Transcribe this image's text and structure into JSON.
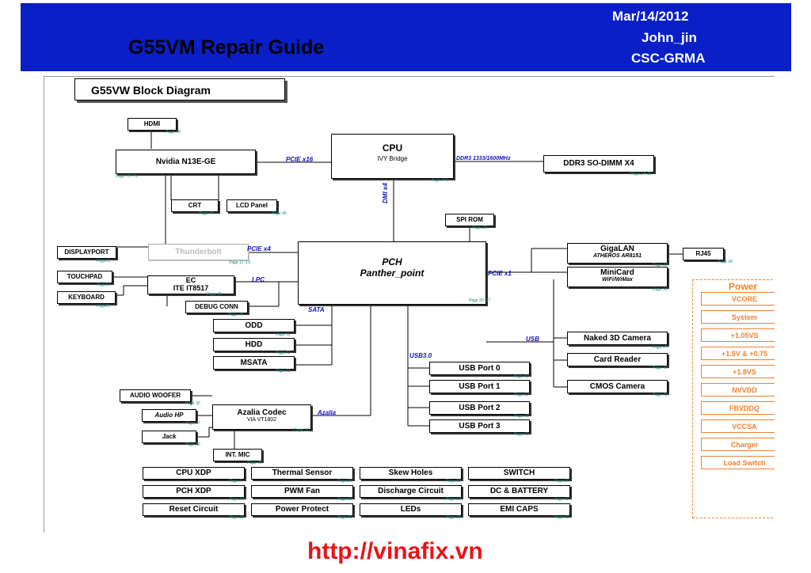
{
  "header": {
    "title": "G55VM Repair Guide",
    "date": "Mar/14/2012",
    "author": "John_jin",
    "dept": "CSC-GRMA"
  },
  "diagram": {
    "title": "G55VW Block Diagram",
    "blocks": {
      "hdmi": "HDMI",
      "nvidia": "Nvidia N13E-GE",
      "crt": "CRT",
      "lcd": "LCD Panel",
      "cpu": "CPU",
      "cpu_sub": "IVY Bridge",
      "ddr3": "DDR3 SO-DIMM X4",
      "spirom": "SPI ROM",
      "displayport": "DISPLAYPORT",
      "thunderbolt": "Thunderbolt",
      "pch": "PCH",
      "pch_sub": "Panther_point",
      "gigalan": "GigaLAN",
      "gigalan_sub": "ATHEROS AR8151",
      "rj45": "RJ45",
      "minicard": "MiniCard",
      "minicard_sub": "WiFi/WiMax",
      "touchpad": "TOUCHPAD",
      "ec": "EC",
      "ec_sub": "ITE IT8517",
      "keyboard": "KEYBOARD",
      "debug": "DEBUG CONN",
      "odd": "ODD",
      "hdd": "HDD",
      "msata": "MSATA",
      "naked3d": "Naked 3D Camera",
      "cardreader": "Card Reader",
      "cmos": "CMOS Camera",
      "usb0": "USB Port 0",
      "usb1": "USB Port 1",
      "usb2": "USB Port 2",
      "usb3": "USB Port 3",
      "woofer": "AUDIO WOOFER",
      "audiohp": "Audio HP",
      "jack": "Jack",
      "azalia": "Azalia Codec",
      "azalia_sub": "VIA VT1802",
      "intmic": "INT. MIC",
      "cpuxdp": "CPU XDP",
      "thermal": "Thermal Sensor",
      "skew": "Skew Holes",
      "switch": "SWITCH",
      "pchxdp": "PCH XDP",
      "pwmfan": "PWM Fan",
      "discharge": "Discharge Circuit",
      "dcbat": "DC & BATTERY",
      "reset": "Reset Circuit",
      "powerprotect": "Power Protect",
      "leds": "LEDs",
      "emicaps": "EMI CAPS"
    },
    "buses": {
      "pcie16": "PCIE x16",
      "ddr3": "DDR3 1333/1600MHz",
      "dmi": "DMI x4",
      "pcie4": "PCIE x4",
      "pcie1": "PCIE x1",
      "lpc": "LPC",
      "sata": "SATA",
      "usb": "USB",
      "usb30": "USB3.0",
      "azalia": "Azalia"
    },
    "pages": {
      "hdmi": "Page 48",
      "nvidia": "Page 70~79",
      "crt": "Page 46",
      "lcd": "Page 45",
      "cpu": "Page 3~6",
      "ddr3": "Page 14~16",
      "spirom": "Page 29",
      "displayport": "Page13",
      "thunderbolt": "Page 11~13",
      "pch": "Page 20~27",
      "gigalan": "Page 33",
      "rj45": "Page 34",
      "minicard": "Page 53",
      "touchpad": "Page21",
      "ec": "Page 30",
      "keyboard": "Page21",
      "debug": "Page 44",
      "odd": "Page 51",
      "hdd": "Page 51",
      "msata": "Page 51",
      "naked3d": "Page 45",
      "cardreader": "Page 42",
      "cmos": "Page 45",
      "usb0": "Page 52",
      "usb1": "Page 52",
      "usb2": "Page 66",
      "usb3": "Page 66",
      "woofer": "Page 35",
      "audiohp": "Page 37",
      "jack": "Page 66",
      "azalia": "Page 36",
      "intmic": "Page 45",
      "cpuxdp": "Page 7",
      "thermal": "Page 20",
      "skew": "Page 65",
      "switch": "Page 56",
      "pchxdp": "Page 23",
      "pwmfan": "Page 50",
      "discharge": "Page 57",
      "dcbat": "Page 58",
      "reset": "Page 32",
      "powerprotect": "Page 59",
      "leds": "Page 56",
      "emicaps": "Page 69"
    }
  },
  "power": {
    "title": "Power",
    "items": [
      "VCORE",
      "System",
      "+1.05VS",
      "+1.5V & +0.75",
      "+1.8VS",
      "NVVDD",
      "FBVDDQ",
      "VCCSA",
      "Charger",
      "Load Switch"
    ]
  },
  "footer": {
    "url": "http://vinafix.vn"
  },
  "colors": {
    "banner": "#0a1fc8",
    "power": "#f08030",
    "bus_label": "#1010c8",
    "page_label": "#1a8a7a",
    "url": "#e8141a"
  }
}
